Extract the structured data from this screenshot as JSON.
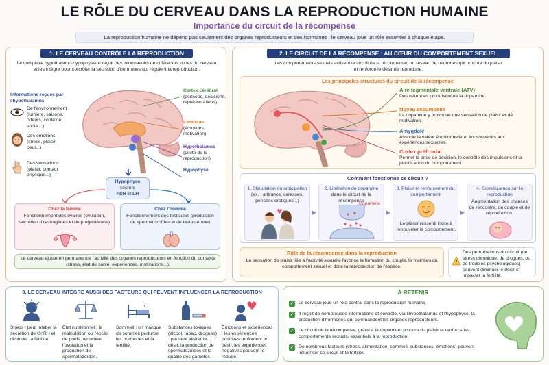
{
  "header": {
    "title": "LE RÔLE DU CERVEAU DANS LA REPRODUCTION HUMAINE",
    "subtitle": "Importance du circuit de la récompense",
    "intro": "La reproduction humaine ne dépend pas seulement des organes reproducteurs et des hormones : le cerveau joue un rôle essentiel à chaque étape."
  },
  "section1": {
    "title": "1. LE CERVEAU CONTRÔLE LA REPRODUCTION",
    "intro": "Le complexe hypothalamo-hypophysaire reçoit des informations de différentes zones du cerveau et les intègre pour contrôler la sécrétion d'hormones qui régulent la reproduction.",
    "info_title": "Informations reçues par l'hypothalamus",
    "inputs": [
      {
        "label": "De l'environnement (lumière, saisons, odeurs, contexte social...)",
        "icon": "eye-icon"
      },
      {
        "label": "Des émotions (stress, plaisir, peur...)",
        "icon": "face-icon"
      },
      {
        "label": "Des sensations (plaisir, contact physique...)",
        "icon": "hand-icon"
      }
    ],
    "regions": [
      {
        "name": "Cortex cérébral",
        "desc": "(pensées, décisions, représentations)",
        "color": "#3e8a34"
      },
      {
        "name": "Limbique",
        "desc": "(émotions, motivation)",
        "color": "#d9721c"
      },
      {
        "name": "Hypothalamus",
        "desc": "(pilote de la reproduction)",
        "color": "#6b3fa0"
      },
      {
        "name": "Hypophyse",
        "desc": "",
        "color": "#2b4f93"
      }
    ],
    "hypophyse_box": {
      "line1": "Hypophyse",
      "line2": "sécrète",
      "line3": "FSH et LH"
    },
    "female": {
      "title": "Chez la femme",
      "desc": "Fonctionnement des ovaires (ovulation, sécrétion d'œstrogènes et de progestérone)"
    },
    "male": {
      "title": "Chez l'homme",
      "desc": "Fonctionnement des testicules (production de spermatozoïdes et de testostérone)"
    },
    "conclusion": "Le cerveau ajuste en permanence l'activité des organes reproducteurs en fonction du contexte (stress, état de santé, expériences, motivations...)."
  },
  "section2": {
    "title": "2. LE CIRCUIT DE LA RÉCOMPENSE : AU CŒUR DU COMPORTEMENT SEXUEL",
    "intro": "Les comportements sexuels activent le circuit de la récompense, un réseau de neurones qui procure du plaisir et renforce le désir de reproduire.",
    "structures_title": "Les principales structures du circuit de la récompense",
    "structures": [
      {
        "name": "Aire tegmentale ventrale (ATV)",
        "desc": "Des neurones produisent de la dopamine.",
        "color": "#3e8a34"
      },
      {
        "name": "Noyau accumbens",
        "desc": "La dopamine y provoque une sensation de plaisir et de motivation.",
        "color": "#d9721c"
      },
      {
        "name": "Amygdale",
        "desc": "Associe la valeur émotionnelle et les souvenirs aux expériences sexuelles.",
        "color": "#2b6fb5"
      },
      {
        "name": "Cortex préfrontal",
        "desc": "Permet la prise de décision, le contrôle des impulsions et la planification du comportement.",
        "color": "#cf3d3d"
      }
    ],
    "how_title": "Comment fonctionne ce circuit ?",
    "steps": [
      {
        "title": "1. Stimulation ou anticipation",
        "desc": "(ex. : attirance, caresses, pensées érotiques...)"
      },
      {
        "title": "2. Libération de dopamine",
        "desc": "dans le circuit de la récompense",
        "tag": "Dopamine"
      },
      {
        "title": "3. Plaisir et renforcement du comportement",
        "desc": "Le plaisir ressenti incite à renouveler le comportement."
      },
      {
        "title": "4. Conséquence sur la reproduction",
        "desc": "Augmentation des chances de rencontre, de couple et de reproduction."
      }
    ],
    "role_title": "Rôle de la récompense dans la reproduction",
    "role_desc": "La sensation de plaisir liée à l'activité sexuelle favorise la formation du couple, le maintien du comportement sexuel et donc la reproduction de l'espèce.",
    "warning": "Des perturbations du circuit (de stress chronique, de drogues, ou de troubles psychologiques) peuvent diminuer le désir et impacter la fertilité."
  },
  "section3": {
    "title": "3. LE CERVEAU INTÈGRE AUSSI DES FACTEURS QUI PEUVENT INFLUENCER LA REPRODUCTION",
    "factors": [
      {
        "label": "Stress : peut inhiber la sécrétion de GnRH et diminuer la fertilité.",
        "icon": "stress-icon"
      },
      {
        "label": "État nutritionnel : la malnutrition ou l'excès de poids perturbent l'ovulation et la production de spermatozoïdes.",
        "icon": "scale-icon"
      },
      {
        "label": "Sommeil : un manque de sommeil perturbe les hormones et la fertilité.",
        "icon": "bed-icon"
      },
      {
        "label": "Substances toxiques (alcool, tabac, drogues) : peuvent altérer le désir, la production de spermatozoïdes et la qualité des gamètes.",
        "icon": "bottle-icon"
      },
      {
        "label": "Émotions et expériences : les expériences positives renforcent le désir, les expériences négatives peuvent le réduire.",
        "icon": "heart-icon"
      }
    ]
  },
  "retenir": {
    "title": "À RETENIR",
    "points": [
      "Le cerveau joue un rôle central dans la reproduction humaine.",
      "Il reçoit de nombreuses informations et contrôle, via l'hypothalamus et l'hypophyse, la production d'hormones qui commandent les organes reproducteurs.",
      "Le circuit de la récompense, grâce à la dopamine, procure du plaisir et renforce les comportements sexuels, essentiels à la reproduction.",
      "De nombreux facteurs (stress, alimentation, sommeil, substances, émotions) peuvent influencer ce circuit et la fertilité."
    ]
  }
}
